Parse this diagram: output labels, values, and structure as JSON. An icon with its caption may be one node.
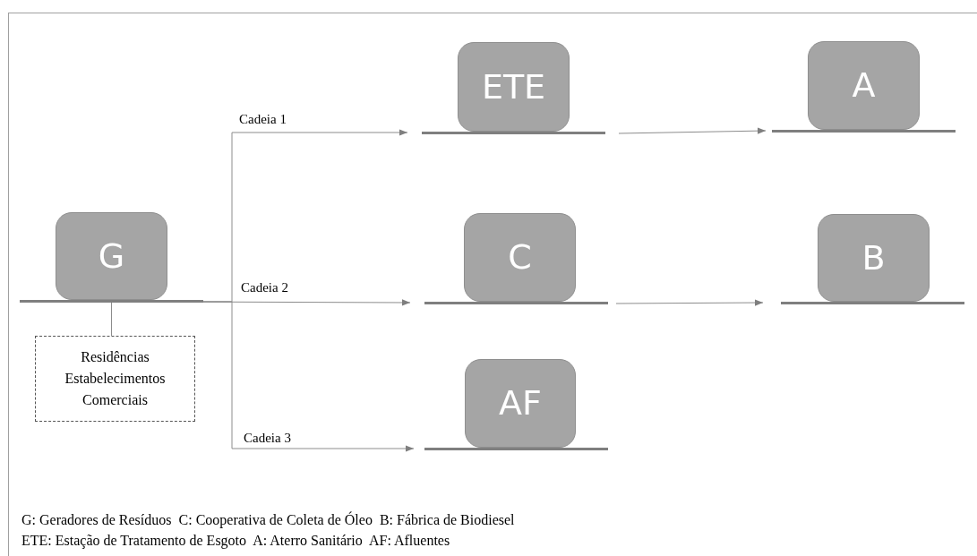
{
  "diagram": {
    "nodes": [
      {
        "text": [
          "G"
        ]
      },
      {
        "text": [
          "ETE"
        ]
      },
      {
        "text": [
          "A"
        ]
      },
      {
        "text": [
          "C"
        ]
      },
      {
        "text": [
          "B"
        ]
      },
      {
        "text": [
          "AF"
        ]
      },
      {
        "text": [
          "Residências Estabelecimentos Comerciais"
        ]
      }
    ],
    "edges": [
      {
        "from": 0,
        "to": 1,
        "arrow": "to",
        "label": "Cadeia 1"
      },
      {
        "from": 0,
        "to": 3,
        "arrow": "to",
        "label": "Cadeia 2"
      },
      {
        "from": 0,
        "to": 5,
        "arrow": "to",
        "label": "Cadeia 3"
      },
      {
        "from": 1,
        "to": 2,
        "arrow": "to"
      },
      {
        "from": 3,
        "to": 4,
        "arrow": "to"
      },
      {
        "from": 0,
        "to": 6,
        "arrow": "none"
      }
    ],
    "labels": [
      "G: Geradores de Resíduos  C: Cooperativa de Coleta de Óleo  B: Fábrica de Biodiesel",
      "ETE: Estação de Tratamento de Esgoto  A: Aterro Sanitário  AF: Afluentes"
    ]
  }
}
